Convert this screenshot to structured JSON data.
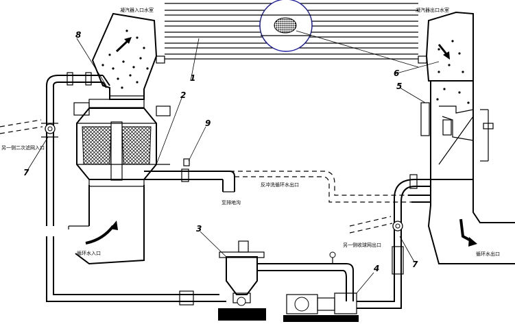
{
  "labels": {
    "condenser_inlet_chamber": "凝汽器入口水室",
    "condenser_outlet_chamber": "凝汽器出口水室",
    "other_side_secondary_filter_inlet": "另一侧二次滤网入口",
    "backwash_return": "反冲洗循环水出口",
    "to_drain_trench": "至排地沟",
    "circ_water_inlet": "循环水入口",
    "other_side_ball_valve_outlet": "另一侧收球网出口",
    "circ_water_outlet": "循环水出口"
  },
  "numbers": {
    "n1": "1",
    "n2": "2",
    "n3": "3",
    "n4": "4",
    "n5": "5",
    "n6": "6",
    "n7a": "7",
    "n7b": "7",
    "n8": "8",
    "n9": "9"
  }
}
